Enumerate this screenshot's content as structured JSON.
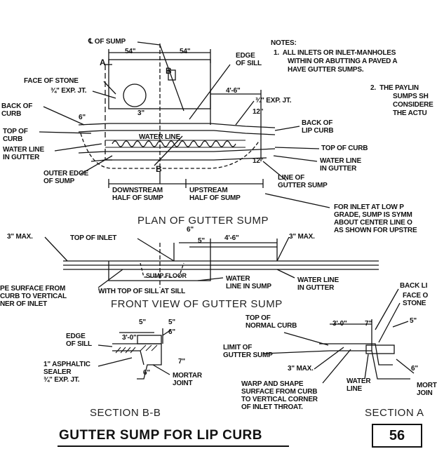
{
  "notes": {
    "heading": "NOTES:",
    "note1_a": "1.  ALL INLETS OR INLET-MANHOLES",
    "note1_b": "WITHIN OR ABUTTING A PAVED A",
    "note1_c": "HAVE GUTTER SUMPS.",
    "note2_a": "2.  THE PAYLIN",
    "note2_b": "SUMPS SH",
    "note2_c": "CONSIDERE",
    "note2_d": "THE ACTU"
  },
  "plan": {
    "cl_sump": "℄ OF SUMP",
    "dim_54_left": "54\"",
    "dim_54_right": "54\"",
    "edge_of_sill": "EDGE\nOF SILL",
    "face_of_stone": "FACE OF STONE",
    "exp_jt_left": "¾\" EXP. JT.",
    "back_of_curb": "BACK OF\nCURB",
    "top_of_curb_left": "TOP OF\nCURB",
    "water_line_in_gutter_left": "WATER LINE\nIN GUTTER",
    "outer_edge": "OUTER EDGE\nOF SUMP",
    "dim_4_6": "4'-6\"",
    "exp_jt_right": "¾\" EXP. JT.",
    "dim_12_top": "12\"",
    "dim_12_bottom": "12\"",
    "dim_6": "6\"",
    "dim_3": "3\"",
    "back_of_lip_curb": "BACK OF\nLIP CURB",
    "top_of_curb_right": "TOP OF CURB",
    "water_line_in_gutter_right": "WATER LINE\nIN GUTTER",
    "line_of_gutter_sump": "LINE OF\nGUTTER SUMP",
    "water_line": "WATER LINE",
    "section_a": "A",
    "section_b": "B",
    "section_b2": "B",
    "downstream": "DOWNSTREAM\nHALF OF SUMP",
    "upstream": "UPSTREAM\nHALF OF SUMP",
    "low_point_note": "FOR INLET AT LOW P\nGRADE, SUMP IS SYMM\nABOUT CENTER LINE O\nAS SHOWN FOR UPSTRE",
    "caption": "PLAN OF GUTTER SUMP"
  },
  "front": {
    "max_left": "3\" MAX.",
    "top_of_inlet": "TOP OF INLET",
    "dim_6": "6\"",
    "dim_5": "5\"",
    "dim_4_6": "4'-6\"",
    "max_right": "3\" MAX.",
    "sump_floor": "SUMP FLOOR",
    "warp_note": "PE SURFACE FROM\nCURB TO VERTICAL\nNER OF INLET",
    "sill_note": "WITH TOP OF SILL AT SILL",
    "water_line_in_sump": "WATER\nLINE IN SUMP",
    "water_line_in_gutter": "WATER LINE\nIN GUTTER",
    "caption": "FRONT VIEW OF GUTTER SUMP"
  },
  "section_bb": {
    "dim_5": "5\"",
    "dim_6_top": "6\"",
    "dim_3_0": "3'-0\"",
    "dim_7": "7\"",
    "dim_6_bottom": "6\"",
    "edge_of_sill": "EDGE\nOF SILL",
    "asphaltic": "1\" ASPHALTIC\nSEALER\n¾\" EXP. JT.",
    "mortar": "MORTAR\nJOINT",
    "caption": "SECTION B-B"
  },
  "section_aa": {
    "top_normal_curb": "TOP OF\nNORMAL CURB",
    "limit_gutter_sump": "LIMIT OF\nGUTTER SUMP",
    "max3": "3\" MAX.",
    "warp_shape": "WARP AND SHAPE\nSURFACE FROM CURB\nTO VERTICAL CORNER\nOF INLET THROAT.",
    "water_line": "WATER\nLINE",
    "dim_3_0": "3'-0\"",
    "dim_7": "7\"",
    "dim_5": "5\"",
    "dim_6": "6\"",
    "back_li": "BACK LI",
    "face_of_stone": "FACE O\nSTONE",
    "mort": "MORT\nJOIN",
    "caption": "SECTION A"
  },
  "title": "GUTTER SUMP FOR LIP CURB",
  "page_number": "56"
}
